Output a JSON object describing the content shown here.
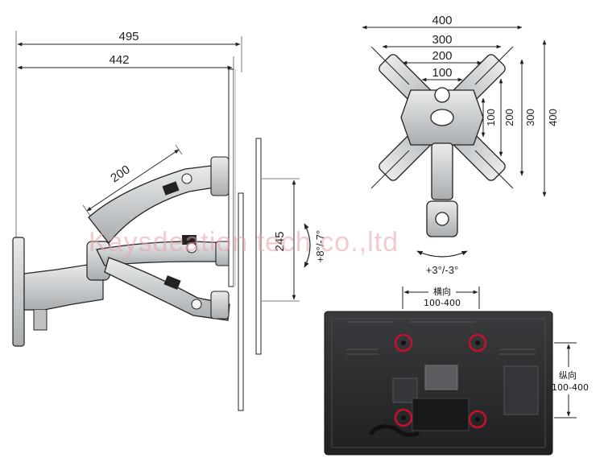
{
  "side_view": {
    "overall_depth": "495",
    "arm_depth": "442",
    "arm_length": "200",
    "vertical_travel": "245",
    "tilt_range": "+8°/-7°"
  },
  "mount_plate": {
    "width_400": "400",
    "width_300": "300",
    "width_200": "200",
    "width_100": "100",
    "height_100": "100",
    "height_200": "200",
    "height_300": "300",
    "height_400": "400",
    "swivel_range": "+3°/-3°"
  },
  "tv_back": {
    "horizontal_label": "横向",
    "horizontal_range": "100-400",
    "vertical_label": "纵向",
    "vertical_range": "100-400"
  },
  "watermark": "Kaysdeation tech co.,ltd",
  "colors": {
    "line": "#1a1a1a",
    "metal": "#cfd2d4",
    "tv_body": "#2b2c2e",
    "hole_marker": "#c8102e"
  }
}
